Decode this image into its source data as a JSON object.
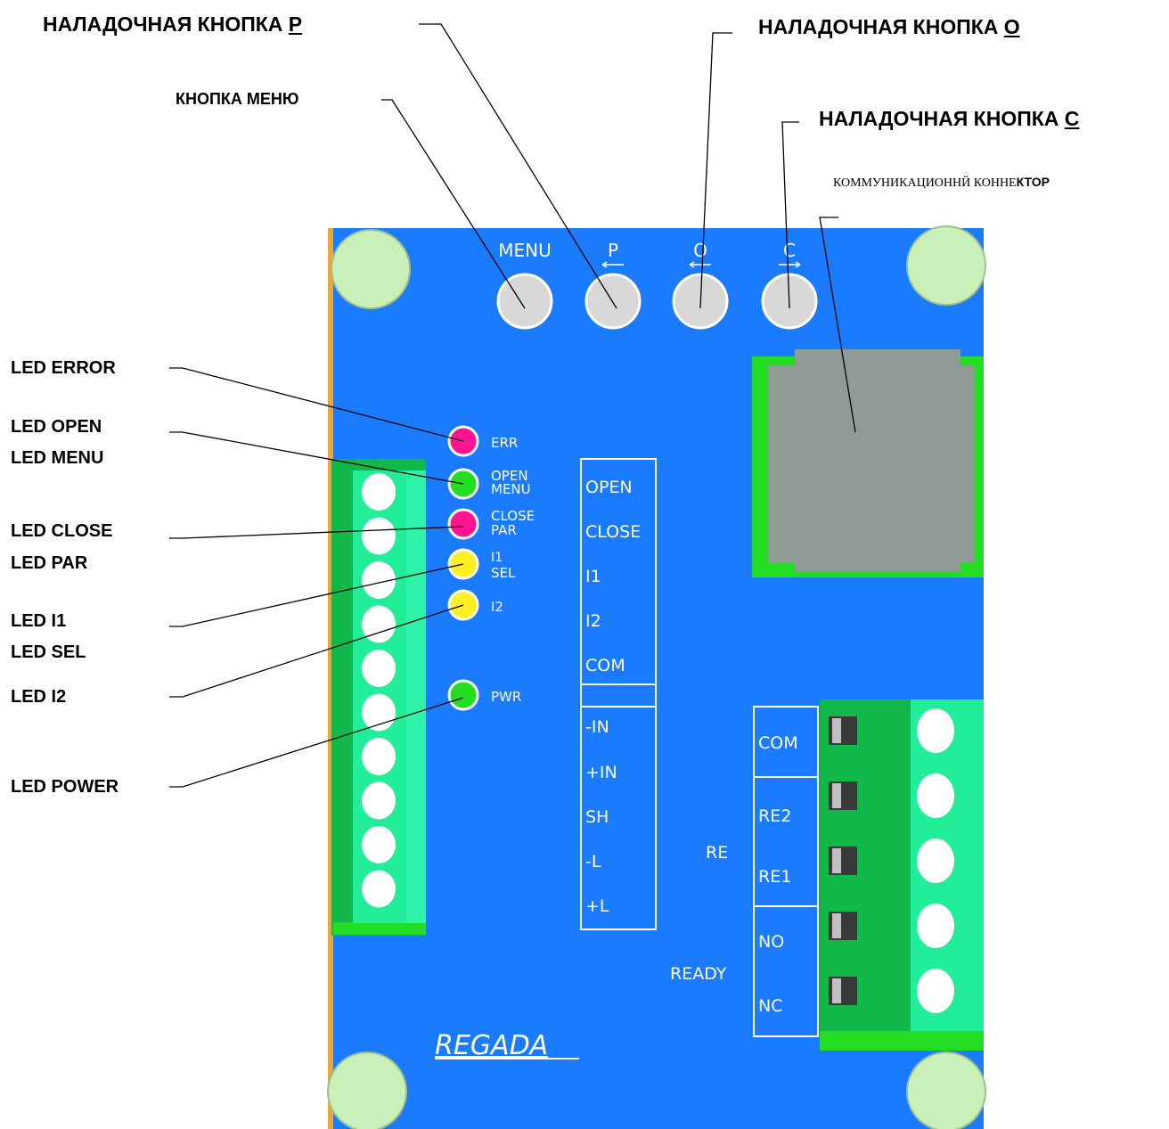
{
  "labels": {
    "btn_p": "НАЛАДОЧНАЯ КНОПКА ",
    "btn_p_letter": "P",
    "btn_o": "НАЛАДОЧНАЯ КНОПКА ",
    "btn_o_letter": "O",
    "btn_menu": "КНОПКА МЕНЮ",
    "btn_c": "НАЛАДОЧНАЯ КНОПКА ",
    "btn_c_letter": "C",
    "connector_a": "КОММУНИКАЦИОННЙ КОННЕ",
    "connector_b": "КТОР",
    "led_error": "LED ERROR",
    "led_open": "LED OPEN",
    "led_menu": "LED MENU",
    "led_close": "LED CLOSE",
    "led_par": "LED PAR",
    "led_i1": "LED I1",
    "led_sel": "LED SEL",
    "led_i2": "LED I2",
    "led_power": "LED POWER"
  },
  "board": {
    "buttons": [
      "MENU",
      "P",
      "O",
      "C"
    ],
    "leds": {
      "err": "ERR",
      "open": "OPEN",
      "menu": "MENU",
      "close": "CLOSE",
      "par": "PAR",
      "i1": "I1",
      "sel": "SEL",
      "i2": "I2",
      "pwr": "PWR"
    },
    "terminal_top": [
      "OPEN",
      "CLOSE",
      "I1",
      "I2",
      "COM"
    ],
    "terminal_bottom": [
      "-IN",
      "+IN",
      "SH",
      "-L",
      "+L"
    ],
    "relay": [
      "COM",
      "RE2",
      "RE1",
      "NO",
      "NC"
    ],
    "re_label": "RE",
    "ready_label": "READY",
    "brand": "REGADA"
  },
  "colors": {
    "board": "#1a7bff",
    "mount_hole": "#c9f0b8",
    "led_red": "#ff1493",
    "led_green": "#22dd22",
    "led_yellow": "#ffee22",
    "terminal_green": "#22ee99",
    "connector_gray": "#8f9b95"
  }
}
